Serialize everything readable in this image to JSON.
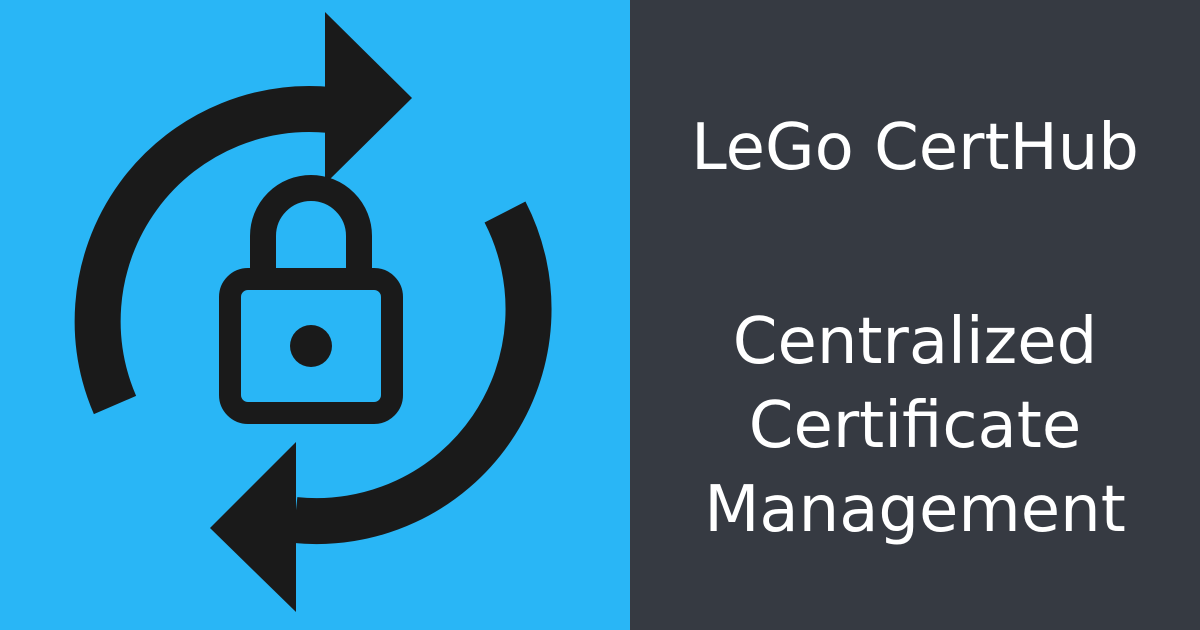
{
  "colors": {
    "left_background": "#29b6f6",
    "right_background": "#363a42",
    "icon": "#1a1a1a",
    "text": "#ffffff"
  },
  "logo": {
    "icon": "lock-refresh-icon"
  },
  "title": "LeGo CertHub",
  "subtitle": {
    "line1": "Centralized",
    "line2": "Certificate",
    "line3": "Management"
  }
}
